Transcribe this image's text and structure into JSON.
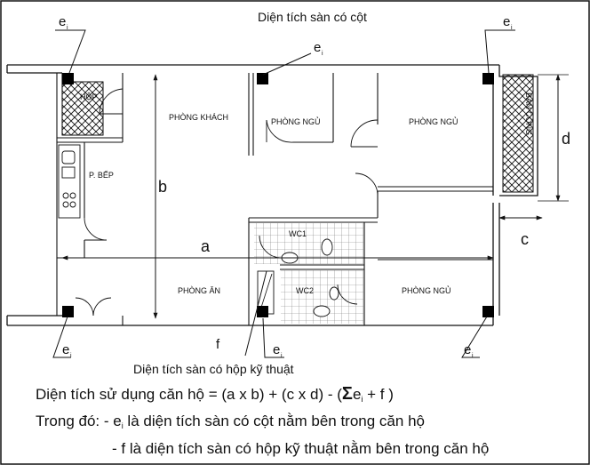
{
  "labels": {
    "top_caption": "Diện tích sàn có cột",
    "bottom_caption": "Diện tích sàn có hộp kỹ thuật",
    "e": "e",
    "i": "i",
    "a": "a",
    "b": "b",
    "c": "c",
    "d": "d",
    "f": "f"
  },
  "rooms": {
    "hop": "HỘP",
    "phong_khach": "PHÒNG KHÁCH",
    "phong_ngu_1": "PHÒNG NGỦ",
    "phong_ngu_2": "PHÒNG NGỦ",
    "phong_ngu_3": "PHÒNG NGỦ",
    "bep": "P. BẾP",
    "phong_an": "PHÒNG ĂN",
    "wc1": "WC1",
    "wc2": "WC2",
    "ban_cong": "BAN CÔNG"
  },
  "formula": {
    "prefix": "Diện tích sử dụng căn hộ = (a x b) + (c x d) - (",
    "sigma": "Σ",
    "e": "e",
    "i": "i",
    "suffix": " + f )"
  },
  "notes": {
    "line1_prefix": "Trong đó: - e",
    "line1_i": "i",
    "line1_suffix": " là diện tích sàn có cột nằm bên trong căn hộ",
    "line2": "- f là diện tích sàn có hộp kỹ thuật nằm bên trong căn hộ"
  },
  "colors": {
    "line": "#111111",
    "column": "#000000",
    "background": "#ffffff"
  }
}
